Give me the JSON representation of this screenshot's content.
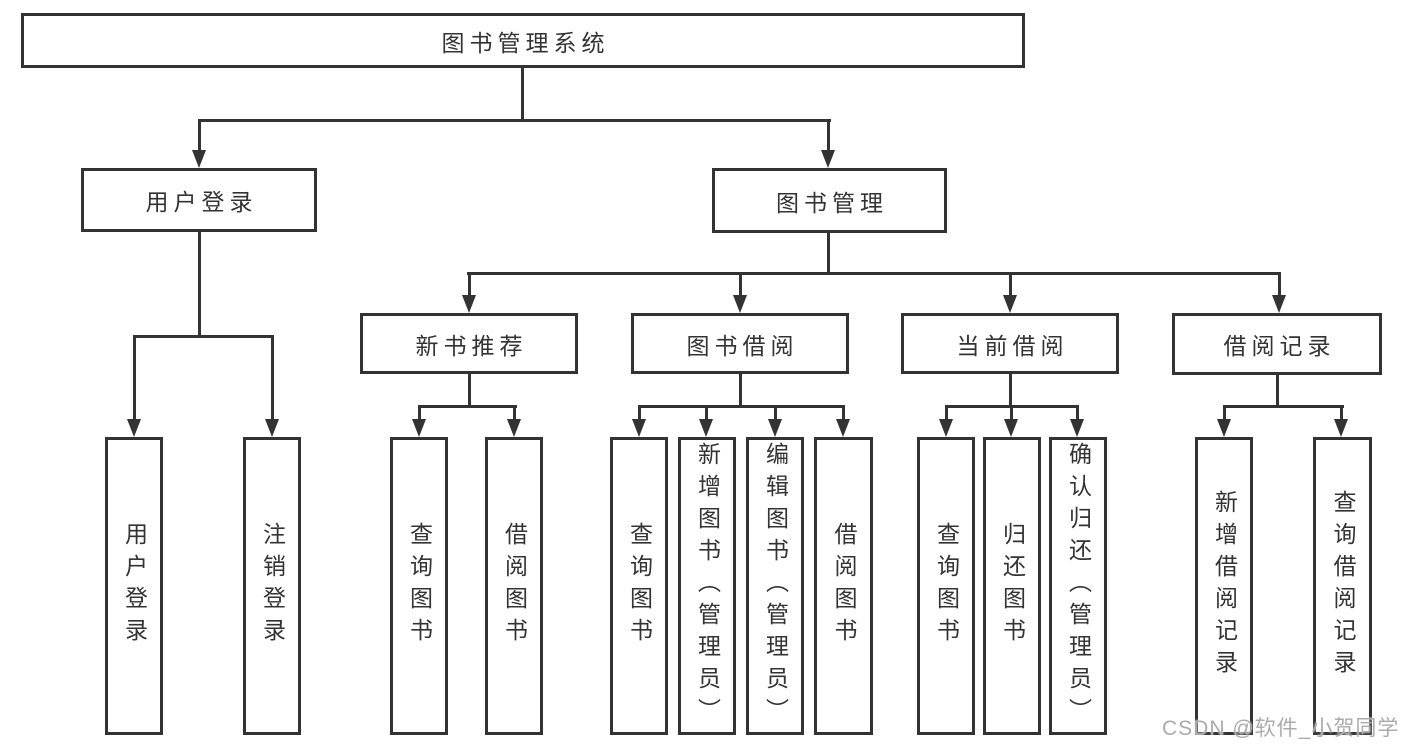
{
  "diagram": {
    "root": "图书管理系统",
    "branches": [
      {
        "label": "用户登录",
        "leaves": [
          "用户登录",
          "注销登录"
        ]
      },
      {
        "label": "图书管理",
        "sections": [
          {
            "label": "新书推荐",
            "leaves": [
              "查询图书",
              "借阅图书"
            ]
          },
          {
            "label": "图书借阅",
            "leaves": [
              "查询图书",
              "新增图书（管理员）",
              "编辑图书（管理员）",
              "借阅图书"
            ]
          },
          {
            "label": "当前借阅",
            "leaves": [
              "查询图书",
              "归还图书",
              "确认归还（管理员）"
            ]
          },
          {
            "label": "借阅记录",
            "leaves": [
              "新增借阅记录",
              "查询借阅记录"
            ]
          }
        ]
      }
    ]
  },
  "watermark": {
    "text": "CSDN @软件_小贺同学"
  },
  "colors": {
    "line": "#333333",
    "text": "#333333",
    "box_fill": "#ffffff",
    "watermark": "#ababab",
    "background": "#ffffff"
  }
}
